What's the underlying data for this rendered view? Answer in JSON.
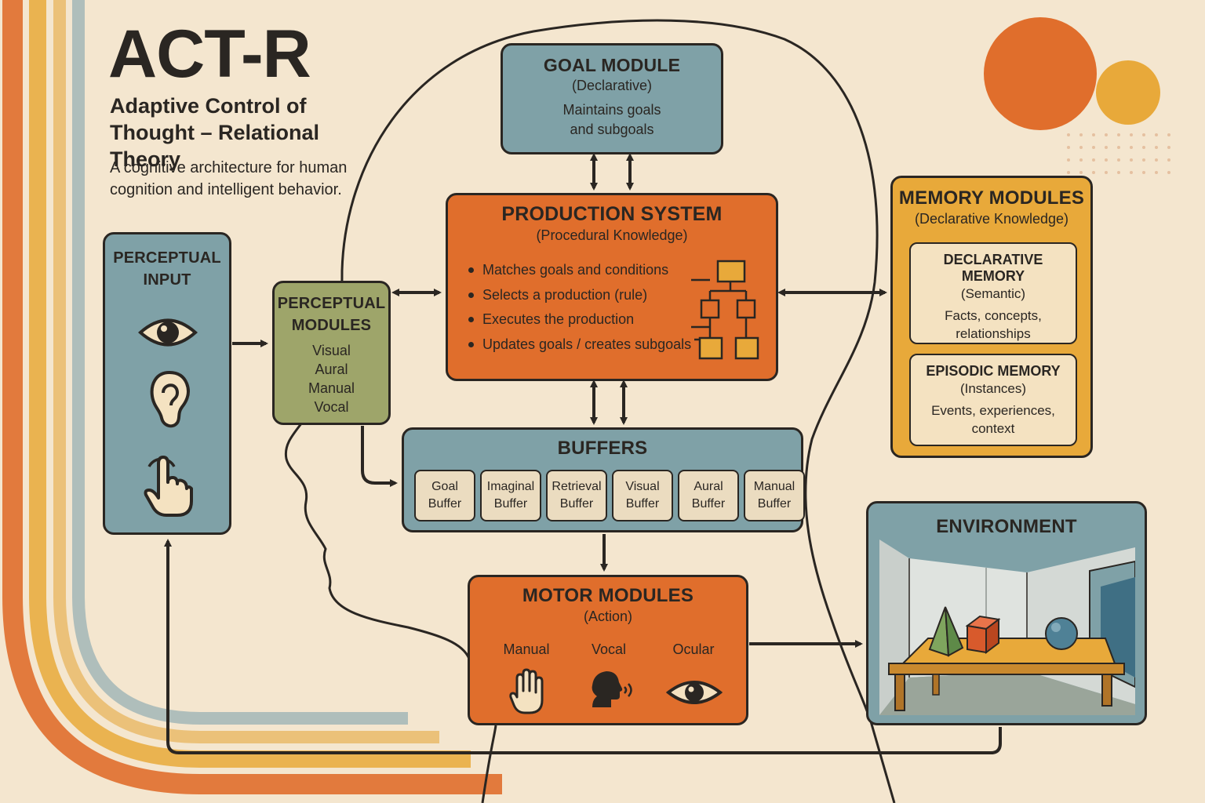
{
  "header": {
    "title": "ACT-R",
    "subtitle": "Adaptive Control of Thought – Relational Theory",
    "description": "A cognitive architecture for human cognition and intelligent behavior."
  },
  "goal_module": {
    "title": "GOAL MODULE",
    "subtitle": "(Declarative)",
    "body": [
      "Maintains goals",
      "and subgoals"
    ]
  },
  "production_system": {
    "title": "PRODUCTION SYSTEM",
    "subtitle": "(Procedural Knowledge)",
    "items": [
      "Matches goals and conditions",
      "Selects a production (rule)",
      "Executes the production",
      "Updates goals / creates subgoals"
    ],
    "icon": "flowchart-icon"
  },
  "perceptual_input": {
    "title": [
      "PERCEPTUAL",
      "INPUT"
    ],
    "icons": [
      "eye-icon",
      "ear-icon",
      "touch-hand-icon"
    ]
  },
  "perceptual_modules": {
    "title": [
      "PERCEPTUAL",
      "MODULES"
    ],
    "items": [
      "Visual",
      "Aural",
      "Manual",
      "Vocal"
    ]
  },
  "buffers": {
    "title": "BUFFERS",
    "items": [
      [
        "Goal",
        "Buffer"
      ],
      [
        "Imaginal",
        "Buffer"
      ],
      [
        "Retrieval",
        "Buffer"
      ],
      [
        "Visual",
        "Buffer"
      ],
      [
        "Aural",
        "Buffer"
      ],
      [
        "Manual",
        "Buffer"
      ]
    ]
  },
  "motor_modules": {
    "title": "MOTOR MODULES",
    "subtitle": "(Action)",
    "outputs": [
      {
        "label": "Manual",
        "icon": "hand-icon"
      },
      {
        "label": "Vocal",
        "icon": "speaking-head-icon"
      },
      {
        "label": "Ocular",
        "icon": "eye-icon"
      }
    ]
  },
  "memory_modules": {
    "title": "MEMORY MODULES",
    "subtitle": "(Declarative Knowledge)",
    "declarative": {
      "title": "DECLARATIVE MEMORY",
      "subtitle": "(Semantic)",
      "body": [
        "Facts, concepts,",
        "relationships"
      ]
    },
    "episodic": {
      "title": "EPISODIC MEMORY",
      "subtitle": "(Instances)",
      "body": [
        "Events, experiences,",
        "context"
      ]
    }
  },
  "environment": {
    "title": "ENVIRONMENT",
    "scene": "room-with-table-pyramid-cube-sphere"
  },
  "colors": {
    "background": "#f4e6cf",
    "orange": "#e06e2c",
    "blue": "#7fa1a7",
    "olive": "#9ea56a",
    "yellow": "#e8a93a",
    "ink": "#2a2622"
  }
}
